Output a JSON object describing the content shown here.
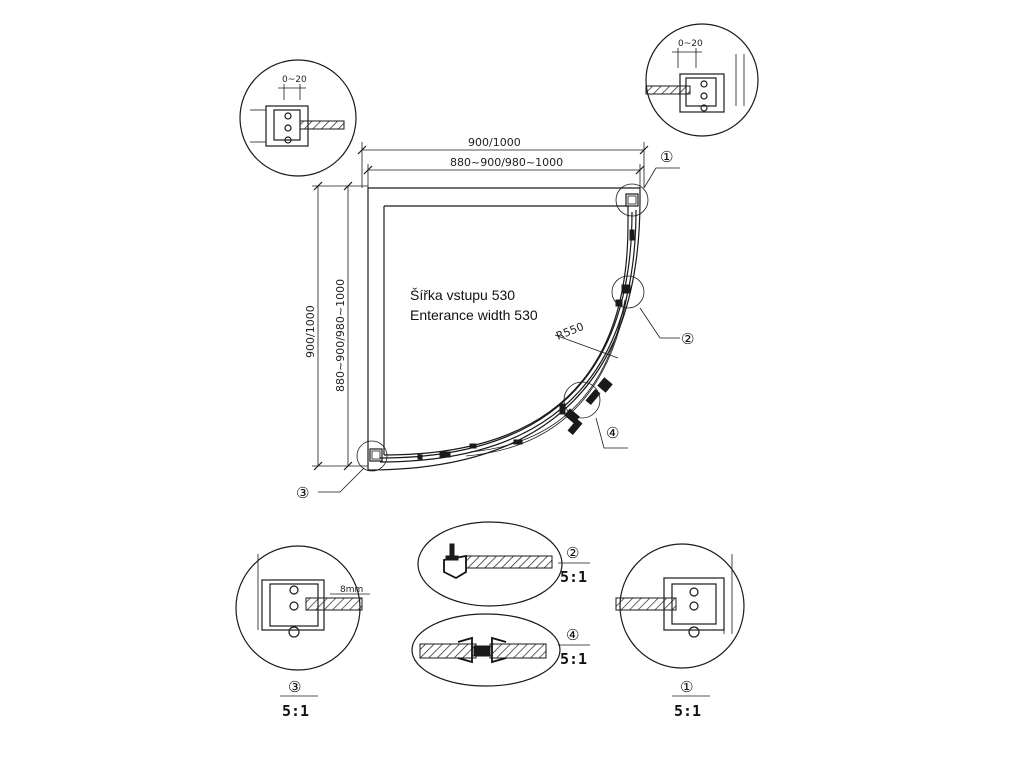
{
  "dimensions": {
    "outer_width": "900/1000",
    "inner_width": "880~900/980~1000",
    "outer_depth": "900/1000",
    "inner_depth": "880~900/980~1000",
    "radius": "R550",
    "gap_top_left": "0~20",
    "gap_top_right": "0~20",
    "glass_thickness": "8mm"
  },
  "notes": {
    "entrance_cz": "Šířka vstupu 530",
    "entrance_en": "Enterance width 530"
  },
  "markers": {
    "m1": "①",
    "m2": "②",
    "m3": "③",
    "m4": "④"
  },
  "details": {
    "d1": {
      "marker": "①",
      "scale": "5:1"
    },
    "d2": {
      "marker": "②",
      "scale": "5:1"
    },
    "d3": {
      "marker": "③",
      "scale": "5:1"
    },
    "d4": {
      "marker": "④",
      "scale": "5:1"
    }
  }
}
